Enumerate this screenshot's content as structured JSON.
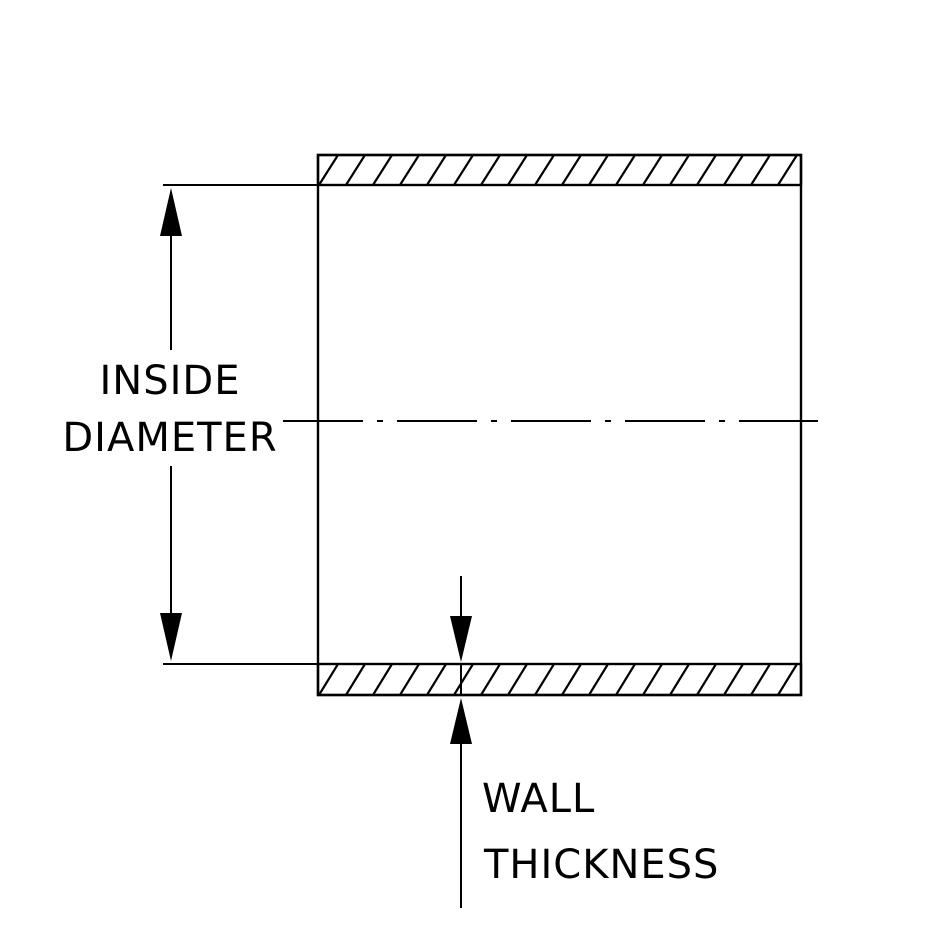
{
  "diagram": {
    "labels": {
      "inside_line1": "INSIDE",
      "inside_line2": "DIAMETER",
      "wall_line1": "WALL",
      "wall_line2": "THICKNESS"
    },
    "colors": {
      "line": "#000000",
      "background": "#ffffff"
    }
  }
}
